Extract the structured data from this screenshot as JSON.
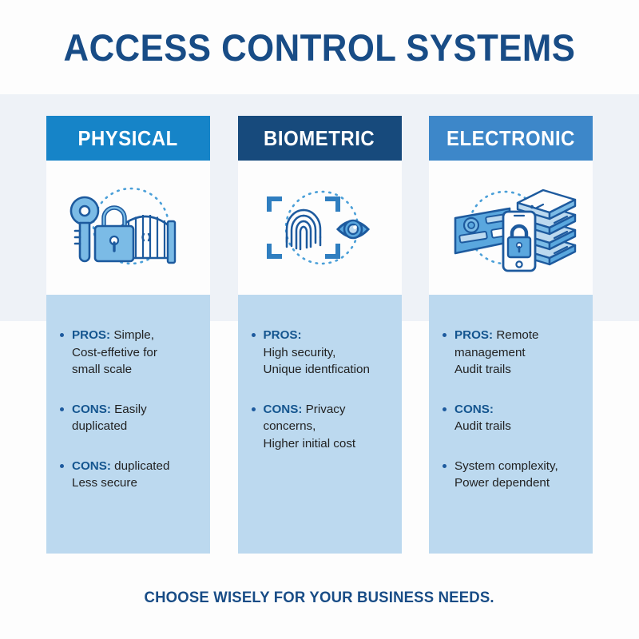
{
  "page": {
    "title": "ACCESS CONTROL SYSTEMS",
    "footer": "CHOOSE WISELY FOR YOUR BUSINESS NEEDS."
  },
  "colors": {
    "title_blue": "#184c86",
    "header_physical": "#1684c8",
    "header_biometric": "#174a7c",
    "header_electronic": "#3d87c9",
    "panel_body": "#bcd9ef",
    "band_gray": "#eef2f7",
    "label_blue": "#14558f",
    "body_text": "#222222",
    "icon_light": "#6cb0e0",
    "icon_dark": "#1d5a9e"
  },
  "columns": [
    {
      "id": "physical",
      "header": "PHYSICAL",
      "header_color": "#1684c8",
      "icon": "key-padlock-gate-icon",
      "bullets": [
        {
          "label": "PROS:",
          "text": " Simple,\nCost-effetive for\nsmall scale"
        },
        {
          "label": "CONS:",
          "text": " Easily\nduplicated"
        },
        {
          "label": "CONS:",
          "text": " duplicated\nLess secure"
        }
      ]
    },
    {
      "id": "biometric",
      "header": "BIOMETRIC",
      "header_color": "#174a7c",
      "icon": "fingerprint-eye-scan-icon",
      "bullets": [
        {
          "label": "PROS:",
          "text": "\nHigh security,\nUnique identfication"
        },
        {
          "label": "CONS:",
          "text": " Privacy concerns,\nHigher initial cost"
        }
      ]
    },
    {
      "id": "electronic",
      "header": "ELECTRONIC",
      "header_color": "#3d87c9",
      "icon": "access-card-server-phone-icon",
      "bullets": [
        {
          "label": "PROS:",
          "text": " Remote\nmanagement\nAudit trails"
        },
        {
          "label": "CONS:",
          "text": "\nAudit trails"
        },
        {
          "label": "",
          "text": "System complexity,\nPower dependent"
        }
      ]
    }
  ]
}
